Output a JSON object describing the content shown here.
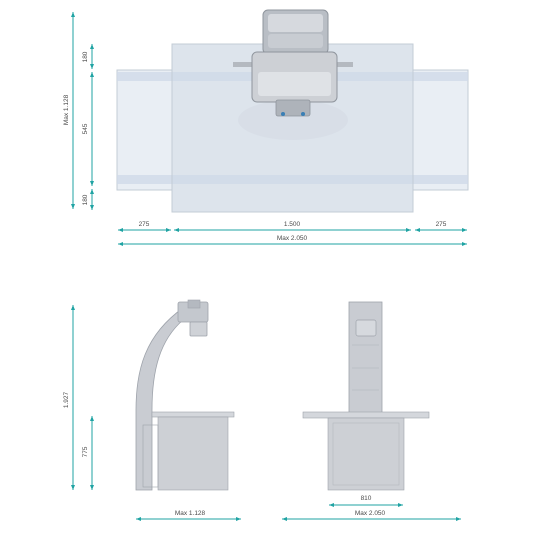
{
  "colors": {
    "dimension_line": "#1fa3a3",
    "glass_fill": "#e8edf3",
    "glass_edge": "#c3ccd6",
    "glass_band": "#cfd9e8",
    "machine_grey": "#c9ccd2",
    "machine_dark": "#9ea3ab",
    "label_text": "#4a4a4a"
  },
  "top_view": {
    "heights": {
      "top": "180",
      "middle": "545",
      "bottom": "180",
      "total": "Max 1.128"
    },
    "widths": {
      "left": "275",
      "center": "1.500",
      "right": "275",
      "total": "Max 2.050"
    }
  },
  "side_view": {
    "height_total": "1.927",
    "height_table": "775",
    "width_total": "Max 1.128"
  },
  "front_view": {
    "base_width": "810",
    "width_total": "Max 2.050"
  }
}
